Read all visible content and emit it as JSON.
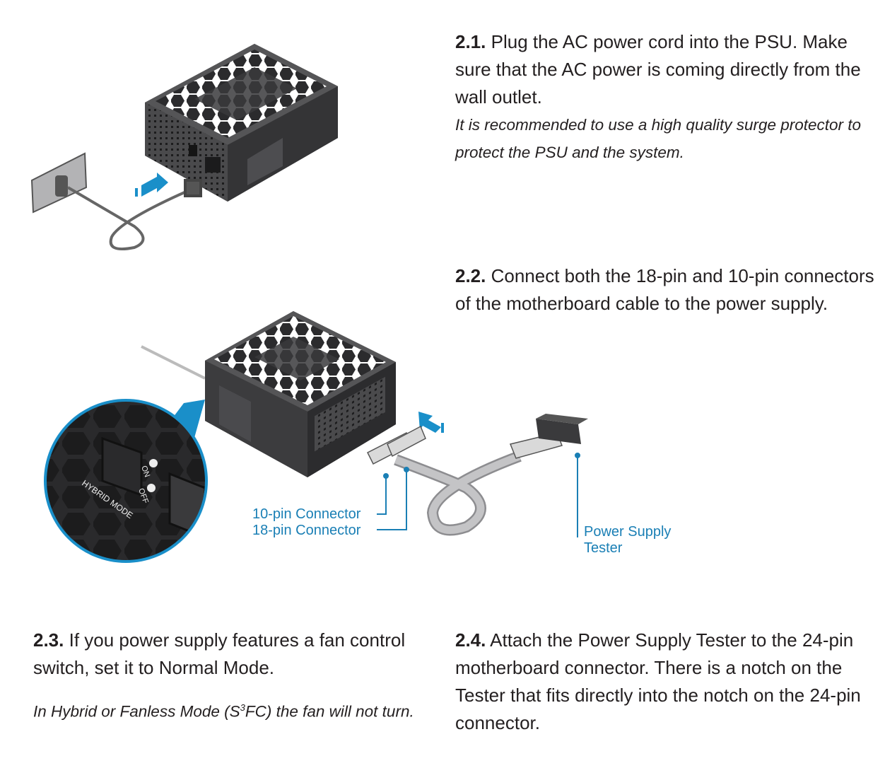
{
  "steps": [
    {
      "num": "2.1.",
      "text": "Plug the AC power cord into the PSU. Make sure that the AC power is coming directly from the wall outlet.",
      "note": "It is recommended to use a high quality surge protector to protect the PSU and the system."
    },
    {
      "num": "2.2.",
      "text": "Connect both the 18-pin and 10-pin connectors of the motherboard cable to the power supply."
    },
    {
      "num": "2.3.",
      "text": "If you power supply features a fan control switch, set it to Normal Mode.",
      "note_pre": "In Hybrid or Fanless Mode (S",
      "note_sup": "3",
      "note_post": "FC) the fan will not turn."
    },
    {
      "num": "2.4.",
      "text": "Attach the Power Supply Tester to the 24-pin motherboard connector. There is a notch on the Tester that fits directly into the notch on the 24-pin connector."
    }
  ],
  "callouts": {
    "ten_pin": "10-pin Connector",
    "eighteen_pin": "18-pin Connector",
    "tester_line1": "Power Supply",
    "tester_line2": "Tester"
  },
  "switch_labels": {
    "on": "ON",
    "off": "OFF",
    "mode": "HYBRID MODE"
  },
  "colors": {
    "accent": "#1a7fb5",
    "psu_dark": "#3a3a3c",
    "text": "#231f20"
  }
}
